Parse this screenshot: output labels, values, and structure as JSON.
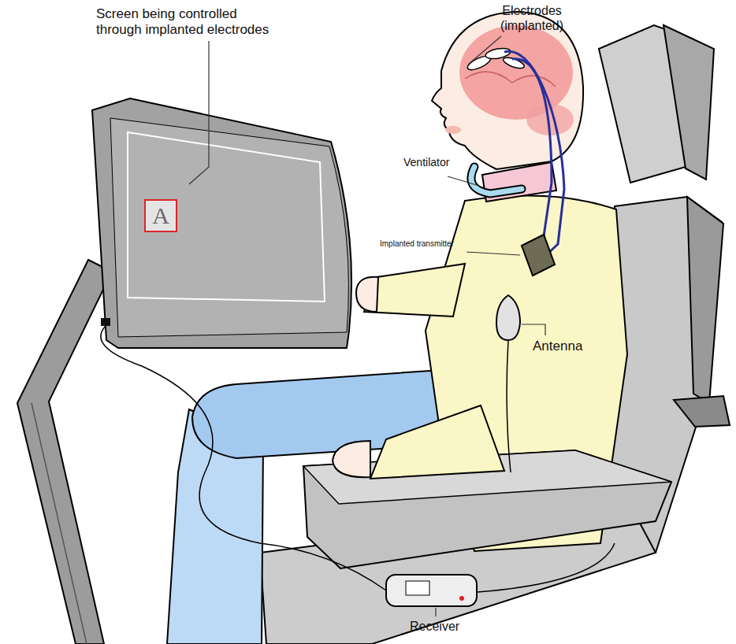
{
  "diagram": {
    "nodes": [
      {
        "text": [
          "A"
        ]
      }
    ],
    "labels": [
      "Screen being controlled through implanted electrodes",
      "Electrodes (implanted)",
      "Ventilator",
      "Implanted transmitter",
      "Antenna",
      "Receiver"
    ]
  }
}
